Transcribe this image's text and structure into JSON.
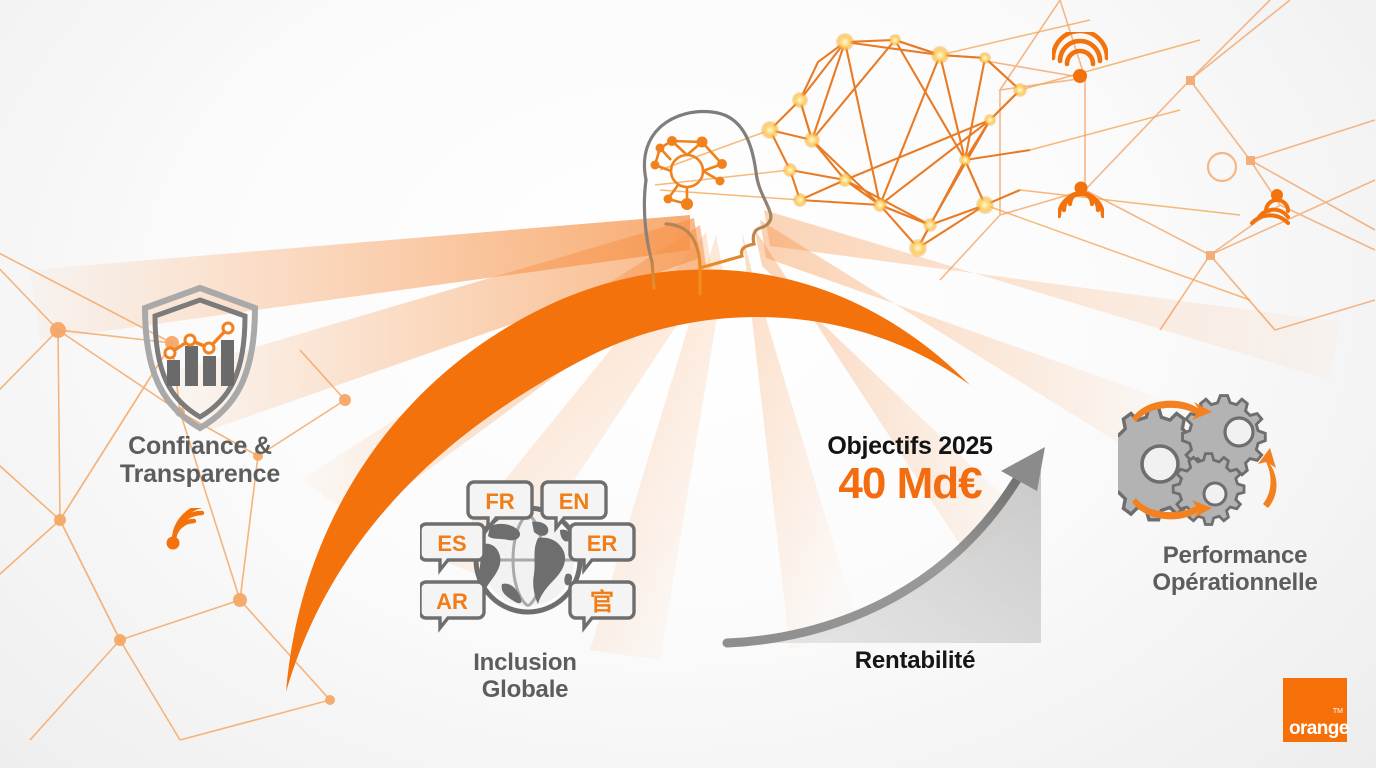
{
  "brand": {
    "logo_text": "orange",
    "logo_tm": "TM",
    "orange": "#f6700a",
    "orange_bright": "#f36c10",
    "gray_text": "#5d5d5d",
    "black_text": "#131313",
    "gray_icon": "#6e6e6e"
  },
  "pillars": [
    {
      "id": "confiance",
      "label": "Confiance &\nTransparence",
      "icon": "shield-chart-icon"
    },
    {
      "id": "inclusion",
      "label": "Inclusion\nGlobale",
      "icon": "globe-languages-icon"
    },
    {
      "id": "performance",
      "label": "Performance\nOpérationnelle",
      "icon": "gears-icon"
    }
  ],
  "objectifs": {
    "title": "Objectifs 2025",
    "value": "40 Md€"
  },
  "rentabilite": {
    "label": "Rentabilité",
    "icon": "growth-arrow-icon"
  },
  "language_bubbles": [
    {
      "code": "FR"
    },
    {
      "code": "EN"
    },
    {
      "code": "ES"
    },
    {
      "code": "ER"
    },
    {
      "code": "AR"
    },
    {
      "code": "官"
    }
  ],
  "icons": {
    "head": "head-profile-icon",
    "head_network": "neural-node-icon",
    "brain_network": "brain-network-icon",
    "wifi_left": "wifi-signal-icon",
    "wifi_top_right": "wifi-signal-icon",
    "wifi_mid_right": "wifi-signal-icon",
    "wifi_lower_right": "wifi-signal-icon",
    "arc": "orange-arc-shape",
    "rays": "light-rays-shape",
    "background_network": "background-network-shape"
  },
  "chart_data": {
    "type": "area",
    "title": "Objectifs 2025",
    "annotation": "40 Md€",
    "xlabel": "Rentabilité",
    "ylabel": "",
    "x": [
      0,
      1,
      2,
      3,
      4,
      5,
      6,
      7,
      8
    ],
    "values": [
      2,
      4,
      8,
      14,
      22,
      34,
      50,
      72,
      100
    ],
    "ylim": [
      0,
      100
    ],
    "grid": false,
    "legend": "none",
    "series": [
      {
        "name": "Rentabilité",
        "values": [
          2,
          4,
          8,
          14,
          22,
          34,
          50,
          72,
          100
        ]
      }
    ]
  }
}
